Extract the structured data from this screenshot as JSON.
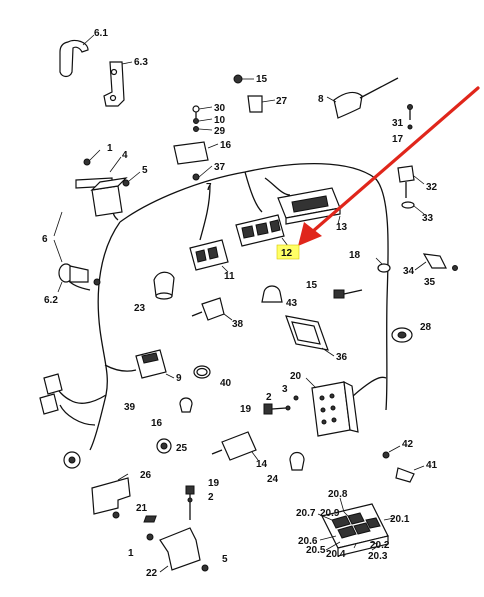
{
  "diagram": {
    "highlight_color": "#ffff66",
    "arrow_color": "#e0261b",
    "highlighted_label": "12",
    "labels": [
      {
        "key": "l61",
        "text": "6.1"
      },
      {
        "key": "l63",
        "text": "6.3"
      },
      {
        "key": "l15a",
        "text": "15"
      },
      {
        "key": "l27",
        "text": "27"
      },
      {
        "key": "l8",
        "text": "8"
      },
      {
        "key": "l30",
        "text": "30"
      },
      {
        "key": "l10a",
        "text": "10"
      },
      {
        "key": "l29",
        "text": "29"
      },
      {
        "key": "l16a",
        "text": "16"
      },
      {
        "key": "l37",
        "text": "37"
      },
      {
        "key": "l31",
        "text": "31"
      },
      {
        "key": "l17",
        "text": "17"
      },
      {
        "key": "l1a",
        "text": "1"
      },
      {
        "key": "l4",
        "text": "4"
      },
      {
        "key": "l5a",
        "text": "5"
      },
      {
        "key": "l32",
        "text": "32"
      },
      {
        "key": "l7",
        "text": "7"
      },
      {
        "key": "l33",
        "text": "33"
      },
      {
        "key": "l13",
        "text": "13"
      },
      {
        "key": "l6",
        "text": "6"
      },
      {
        "key": "l12",
        "text": "12"
      },
      {
        "key": "l18",
        "text": "18"
      },
      {
        "key": "l11",
        "text": "11"
      },
      {
        "key": "l34",
        "text": "34"
      },
      {
        "key": "l35",
        "text": "35"
      },
      {
        "key": "l62",
        "text": "6.2"
      },
      {
        "key": "l15b",
        "text": "15"
      },
      {
        "key": "l23",
        "text": "23"
      },
      {
        "key": "l43",
        "text": "43"
      },
      {
        "key": "l38",
        "text": "38"
      },
      {
        "key": "l28",
        "text": "28"
      },
      {
        "key": "l36",
        "text": "36"
      },
      {
        "key": "l9",
        "text": "9"
      },
      {
        "key": "l40",
        "text": "40"
      },
      {
        "key": "l20",
        "text": "20"
      },
      {
        "key": "l3a",
        "text": "3"
      },
      {
        "key": "l2a",
        "text": "2"
      },
      {
        "key": "l19a",
        "text": "19"
      },
      {
        "key": "l39",
        "text": "39"
      },
      {
        "key": "l16b",
        "text": "16"
      },
      {
        "key": "l25",
        "text": "25"
      },
      {
        "key": "l42",
        "text": "42"
      },
      {
        "key": "l41",
        "text": "41"
      },
      {
        "key": "l14",
        "text": "14"
      },
      {
        "key": "l24",
        "text": "24"
      },
      {
        "key": "l26",
        "text": "26"
      },
      {
        "key": "l19b",
        "text": "19"
      },
      {
        "key": "l2b",
        "text": "2"
      },
      {
        "key": "l21",
        "text": "21"
      },
      {
        "key": "l208",
        "text": "20.8"
      },
      {
        "key": "l207",
        "text": "20.7"
      },
      {
        "key": "l209",
        "text": "20.9"
      },
      {
        "key": "l201",
        "text": "20.1"
      },
      {
        "key": "l206",
        "text": "20.6"
      },
      {
        "key": "l205",
        "text": "20.5"
      },
      {
        "key": "l204",
        "text": "20.4"
      },
      {
        "key": "l202",
        "text": "20.2"
      },
      {
        "key": "l203",
        "text": "20.3"
      },
      {
        "key": "l1b",
        "text": "1"
      },
      {
        "key": "l5b",
        "text": "5"
      },
      {
        "key": "l22",
        "text": "22"
      }
    ]
  }
}
